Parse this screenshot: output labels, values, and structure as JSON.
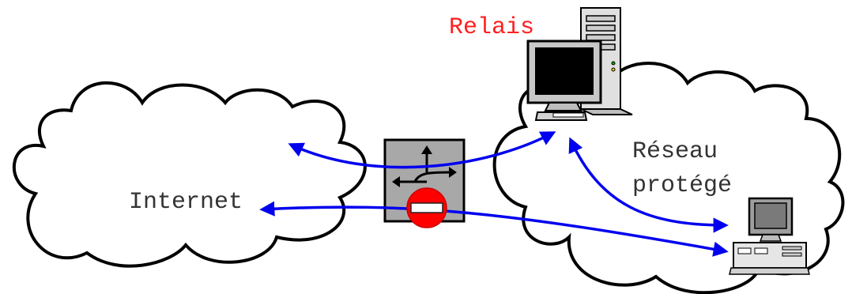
{
  "labels": {
    "relay": "Relais",
    "internet": "Internet",
    "protected_network_line1": "Réseau",
    "protected_network_line2": "protégé"
  },
  "colors": {
    "arrow": "#0000ee",
    "relay_label": "#ff2020",
    "text": "#333333",
    "firewall_box": "#a8a8a8",
    "no_entry_sign": "#ff0000"
  },
  "icons": [
    "cloud-internet",
    "cloud-protected-network",
    "relay-server-computer",
    "firewall-router-icon",
    "no-entry-icon",
    "workstation-computer"
  ]
}
